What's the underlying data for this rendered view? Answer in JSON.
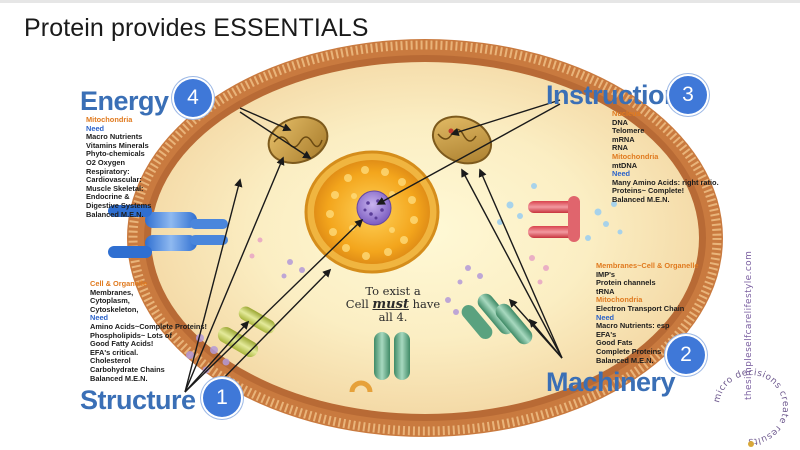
{
  "slide": {
    "title": "Protein provides ESSENTIALS"
  },
  "diagram": {
    "center_text": {
      "line1": "To exist a",
      "cell": "Cell",
      "must": "must",
      "have": "have",
      "line3": "all 4."
    },
    "energy": {
      "heading": "Energy",
      "badge": "4",
      "notes": [
        {
          "text": "Mitochondria",
          "style": "orange"
        },
        {
          "text": "Need",
          "style": "blue"
        },
        {
          "text": "Macro Nutrients",
          "style": ""
        },
        {
          "text": "Vitamins Minerals",
          "style": ""
        },
        {
          "text": "Phyto-chemicals",
          "style": ""
        },
        {
          "text": "O2 Oxygen",
          "style": ""
        },
        {
          "text": "Respiratory:",
          "style": ""
        },
        {
          "text": "Cardiovascular:",
          "style": ""
        },
        {
          "text": "Muscle Skeletal:",
          "style": ""
        },
        {
          "text": "Endocrine &",
          "style": ""
        },
        {
          "text": "Digestive Systems",
          "style": ""
        },
        {
          "text": "Balanced M.E.N.",
          "style": ""
        }
      ]
    },
    "instruction": {
      "heading": "Instruction",
      "badge": "3",
      "notes": [
        {
          "text": "Nucleus",
          "style": "orange"
        },
        {
          "text": "DNA",
          "style": ""
        },
        {
          "text": "Telomere",
          "style": ""
        },
        {
          "text": "mRNA",
          "style": ""
        },
        {
          "text": "RNA",
          "style": ""
        },
        {
          "text": "Mitochondria",
          "style": "orange"
        },
        {
          "text": "mtDNA",
          "style": ""
        },
        {
          "text": "Need",
          "style": "blue"
        },
        {
          "text": "Many Amino Acids: right ratio.",
          "style": ""
        },
        {
          "text": "Proteins~ Complete!",
          "style": ""
        },
        {
          "text": "Balanced M.E.N.",
          "style": ""
        }
      ]
    },
    "structure": {
      "heading": "Structure",
      "badge": "1",
      "notes": [
        {
          "text": "Cell & Organelle",
          "style": "orange"
        },
        {
          "text": "Membranes,",
          "style": ""
        },
        {
          "text": "Cytoplasm,",
          "style": ""
        },
        {
          "text": "Cytoskeleton,",
          "style": ""
        },
        {
          "text": "Need",
          "style": "blue"
        },
        {
          "text": "Amino Acids~Complete Proteins!",
          "style": ""
        },
        {
          "text": "Phospholipids~ Lots of",
          "style": ""
        },
        {
          "text": "Good Fatty Acids!",
          "style": ""
        },
        {
          "text": "EFA's critical.",
          "style": ""
        },
        {
          "text": "Cholesterol",
          "style": ""
        },
        {
          "text": "Carbohydrate Chains",
          "style": ""
        },
        {
          "text": "Balanced M.E.N.",
          "style": ""
        }
      ]
    },
    "machinery": {
      "heading": "Machinery",
      "badge": "2",
      "notes": [
        {
          "text": "Membranes~Cell & Organelle",
          "style": "orange"
        },
        {
          "text": "IMP's",
          "style": ""
        },
        {
          "text": "Protein channels",
          "style": ""
        },
        {
          "text": "tRNA",
          "style": ""
        },
        {
          "text": "Mitochondria",
          "style": "orange"
        },
        {
          "text": "Electron Transport Chain",
          "style": ""
        },
        {
          "text": "Need",
          "style": "blue"
        },
        {
          "text": "Macro Nutrients: esp",
          "style": ""
        },
        {
          "text": "EFA's",
          "style": ""
        },
        {
          "text": "Good Fats",
          "style": ""
        },
        {
          "text": "Complete Proteins",
          "style": ""
        },
        {
          "text": "Balanced M.E.N.",
          "style": ""
        }
      ]
    }
  },
  "watermark": {
    "url": "thesimpleselfcarelifestyle.com",
    "circle_text": "micro decisions create results"
  },
  "colors": {
    "heading_blue": "#3a6fb6",
    "badge_blue": "#3f78d8",
    "note_orange": "#e07a1f",
    "note_blue": "#2b62c9",
    "membrane_brown": "#c8783a",
    "nucleus_orange": "#f0a21e",
    "nucleolus_purple": "#8a6ac9"
  },
  "icons": {
    "mitochondria": "mitochondria-icon",
    "protein_channel": "protein-channel-icon",
    "vesicle": "vesicle-icon"
  }
}
